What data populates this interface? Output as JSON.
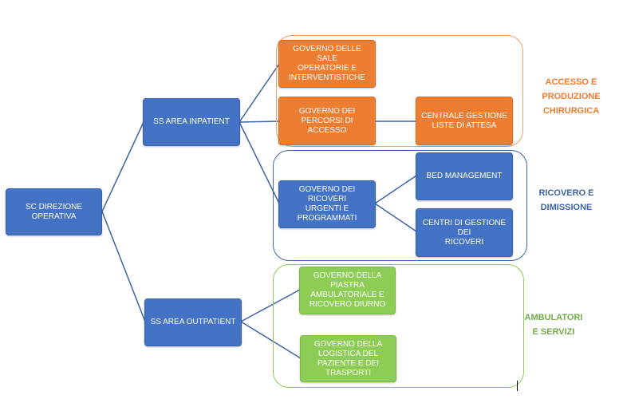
{
  "colors": {
    "primary": "#4472c4",
    "accent_orange": "#ed7d31",
    "accent_green": "#8dcd55",
    "connector": "#3f63a6"
  },
  "nodes": {
    "root": "SC DIREZIONE\nOPERATIVA",
    "inpatient": "SS AREA INPATIENT",
    "outpatient": "SS AREA OUTPATIENT",
    "sale_operatorie": "GOVERNO DELLE SALE\nOPERATORIE E\nINTERVENTISTICHE",
    "percorsi_accesso": "GOVERNO DEI\nPERCORSI DI ACCESSO",
    "liste_attesa": "CENTRALE GESTIONE\nLISTE DI ATTESA",
    "ricoveri": "GOVERNO DEI RICOVERI\nURGENTI E\nPROGRAMMATI",
    "bed_management": "BED MANAGEMENT",
    "centri_ricoveri": "CENTRI DI GESTIONE DEI\nRICOVERI",
    "piastra": "GOVERNO DELLA\nPIASTRA\nAMBULATORIALE E\nRICOVERO DIURNO",
    "logistica": "GOVERNO DELLA\nLOGISTICA DEL\nPAZIENTE E DEI\nTRASPORTI"
  },
  "groups": {
    "accesso": "ACCESSO E\nPRODUZIONE\nCHIRURGICA",
    "ricovero": "RICOVERO E\nDIMISSIONE",
    "ambulatori": "AMBULATORI\nE SERVIZI"
  }
}
